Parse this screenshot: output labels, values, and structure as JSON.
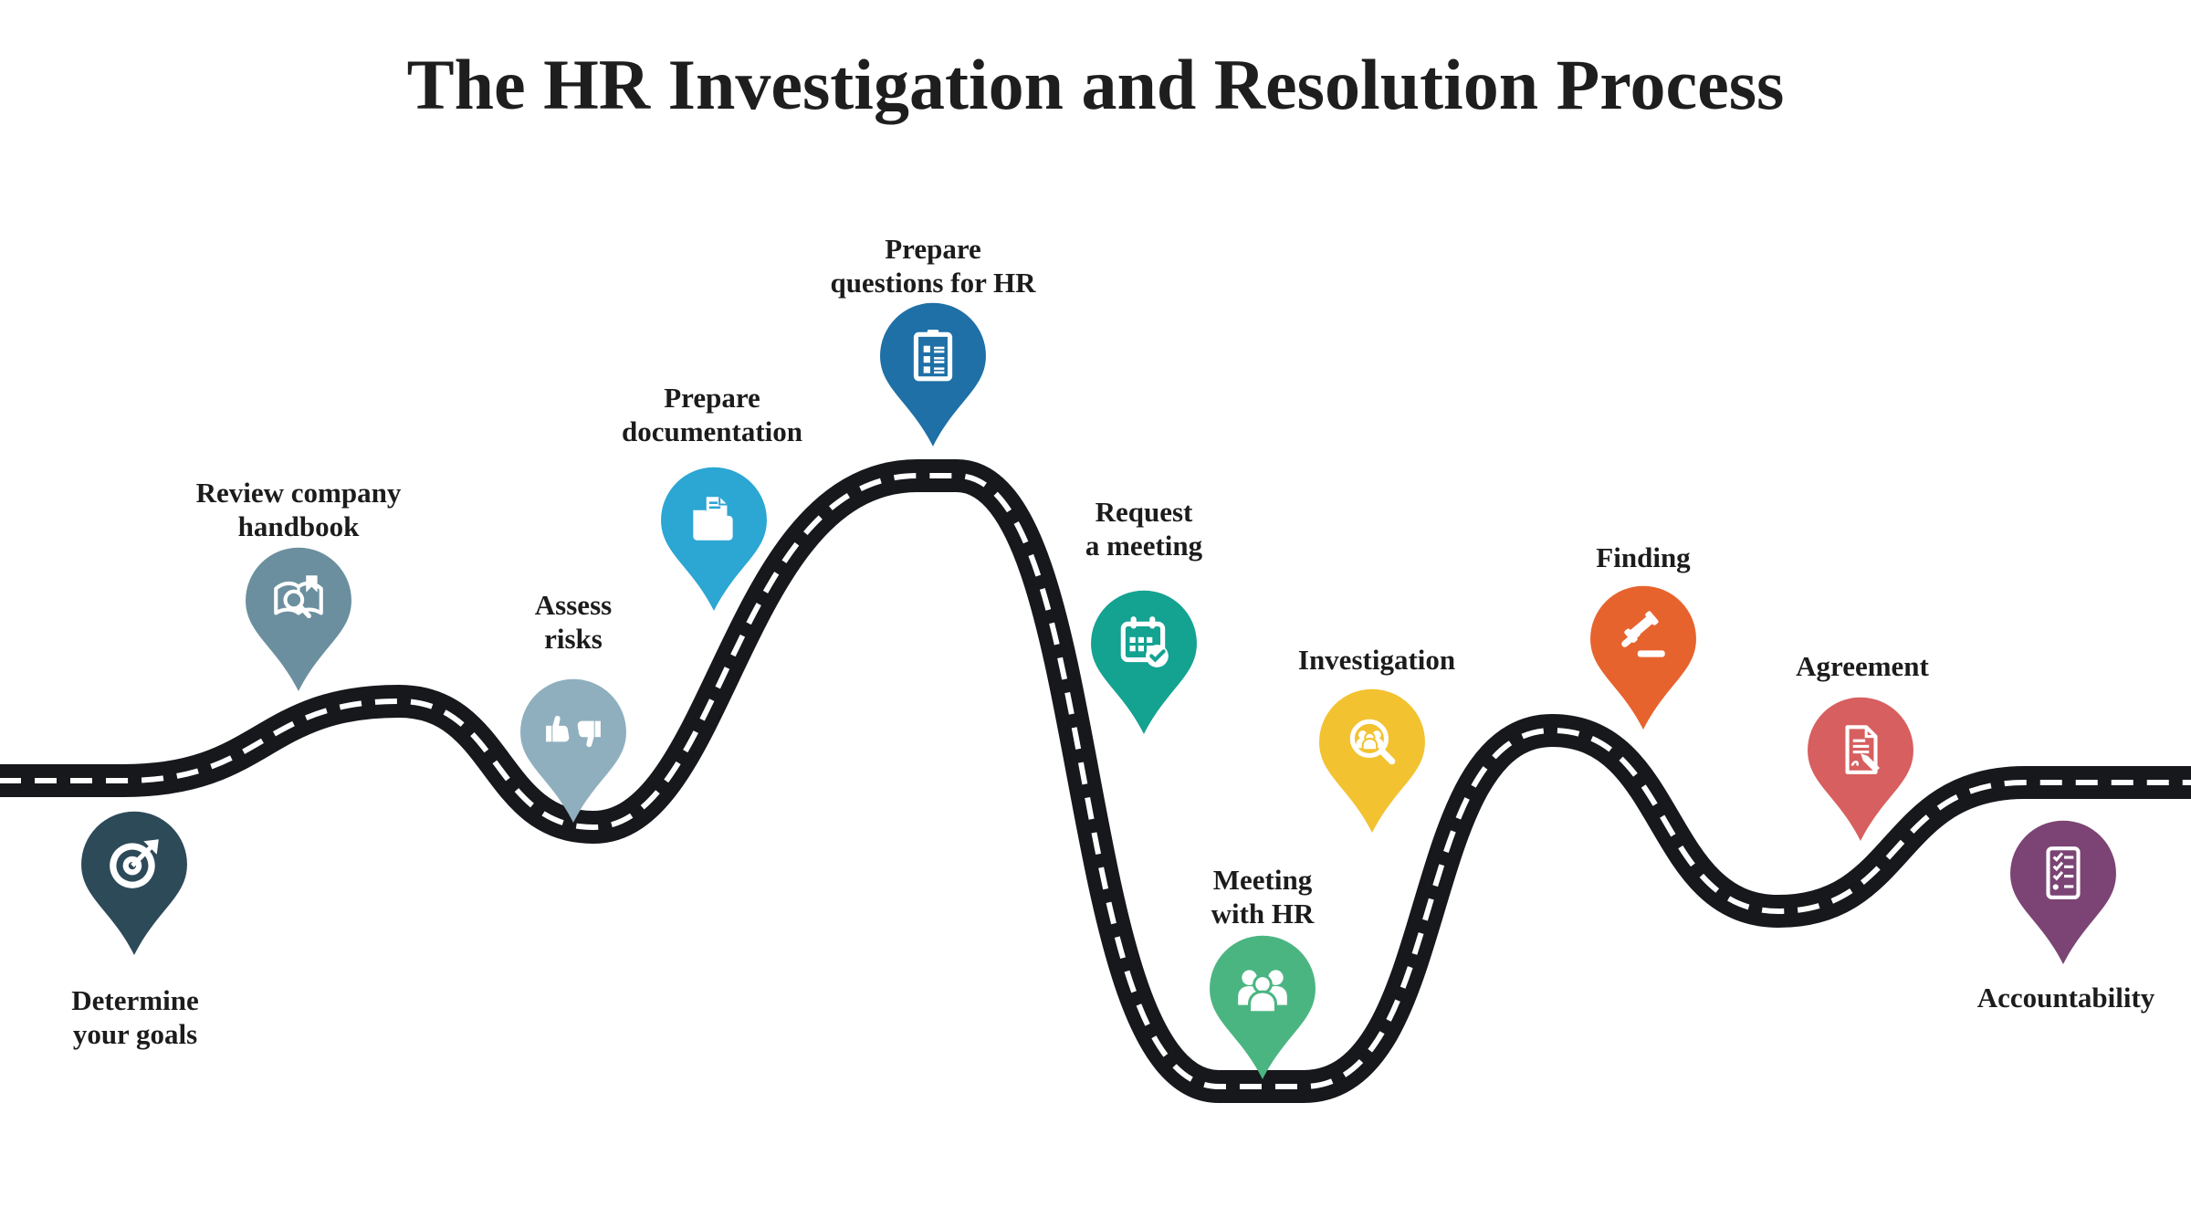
{
  "title": "The HR Investigation and Resolution Process",
  "background": "#ffffff",
  "road": {
    "asphalt": "#17181c",
    "lane_dash": "#ffffff"
  },
  "text_color": "#1c1c1c",
  "steps": [
    {
      "label": "Determine\nyour goals",
      "icon": "target-arrow-icon",
      "color": "#2d4a59",
      "label_position": "below"
    },
    {
      "label": "Review company\nhandbook",
      "icon": "book-magnifier-icon",
      "color": "#6b8f9e",
      "label_position": "above"
    },
    {
      "label": "Assess\nrisks",
      "icon": "thumbs-up-down-icon",
      "color": "#8fafbe",
      "label_position": "above"
    },
    {
      "label": "Prepare\ndocumentation",
      "icon": "folder-documents-icon",
      "color": "#2ca6d3",
      "label_position": "above"
    },
    {
      "label": "Prepare\nquestions for HR",
      "icon": "clipboard-checklist-icon",
      "color": "#1e70a6",
      "label_position": "above"
    },
    {
      "label": "Request\na meeting",
      "icon": "calendar-check-icon",
      "color": "#14a291",
      "label_position": "above"
    },
    {
      "label": "Meeting\nwith HR",
      "icon": "people-group-icon",
      "color": "#4bb582",
      "label_position": "above"
    },
    {
      "label": "Investigation",
      "icon": "people-magnifier-icon",
      "color": "#f2c230",
      "label_position": "above"
    },
    {
      "label": "Finding",
      "icon": "gavel-icon",
      "color": "#e7632e",
      "label_position": "above"
    },
    {
      "label": "Agreement",
      "icon": "document-signature-icon",
      "color": "#d75f5f",
      "label_position": "above"
    },
    {
      "label": "Accountability",
      "icon": "checklist-icon",
      "color": "#7b4474",
      "label_position": "below"
    }
  ]
}
